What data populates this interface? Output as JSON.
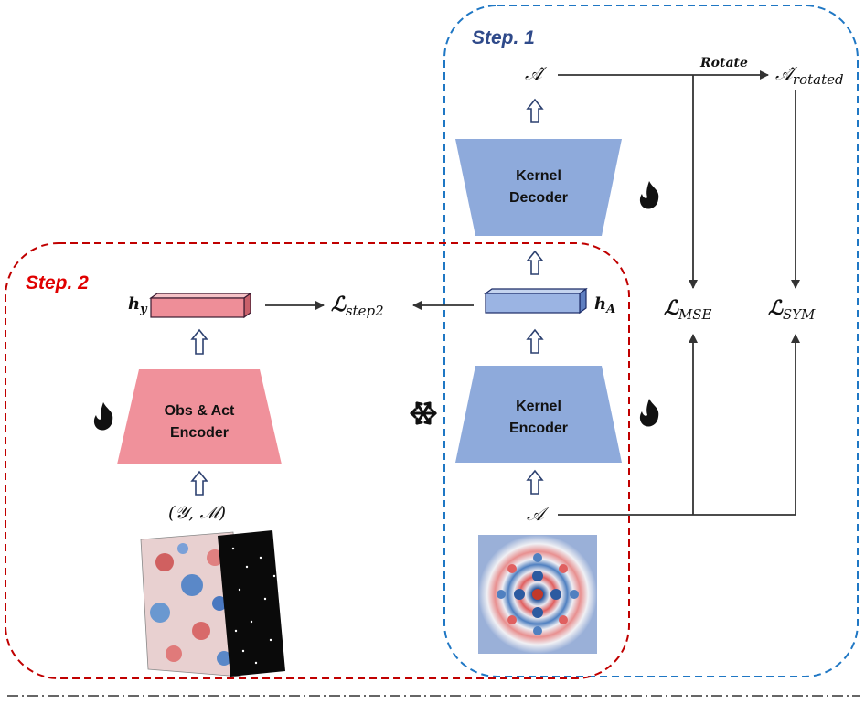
{
  "step1": {
    "label": "Step. 1",
    "color": "#2f4a8a"
  },
  "step2": {
    "label": "Step. 2",
    "color": "#e00000"
  },
  "kernel_decoder": {
    "line1": "Kernel",
    "line2": "Decoder",
    "color": "#8eaadb"
  },
  "kernel_encoder": {
    "line1": "Kernel",
    "line2": "Encoder",
    "color": "#8eaadb"
  },
  "obs_encoder": {
    "line1": "Obs & Act",
    "line2": "Encoder",
    "color": "#f0919b"
  },
  "math": {
    "a_hat": "𝒜̂",
    "a_hat_rotated_base": "𝒜̂",
    "a_hat_rotated_sub": "rotated",
    "rotate": "Rotate",
    "a": "𝒜",
    "h_a_base": "h",
    "h_a_sub": "A",
    "h_y_base": "h",
    "h_y_sub": "y",
    "y_m": "(𝒴, ℳ)",
    "loss_base": "ℒ",
    "loss_step2_sub": "step2",
    "loss_mse_sub": "MSE",
    "loss_sym_sub": "SYM"
  },
  "icons": [
    "flame-icon",
    "snowflake-icon"
  ],
  "colors": {
    "blue_dash": "#1f77c4",
    "red_dash": "#c00000",
    "arrow": "#333333"
  }
}
